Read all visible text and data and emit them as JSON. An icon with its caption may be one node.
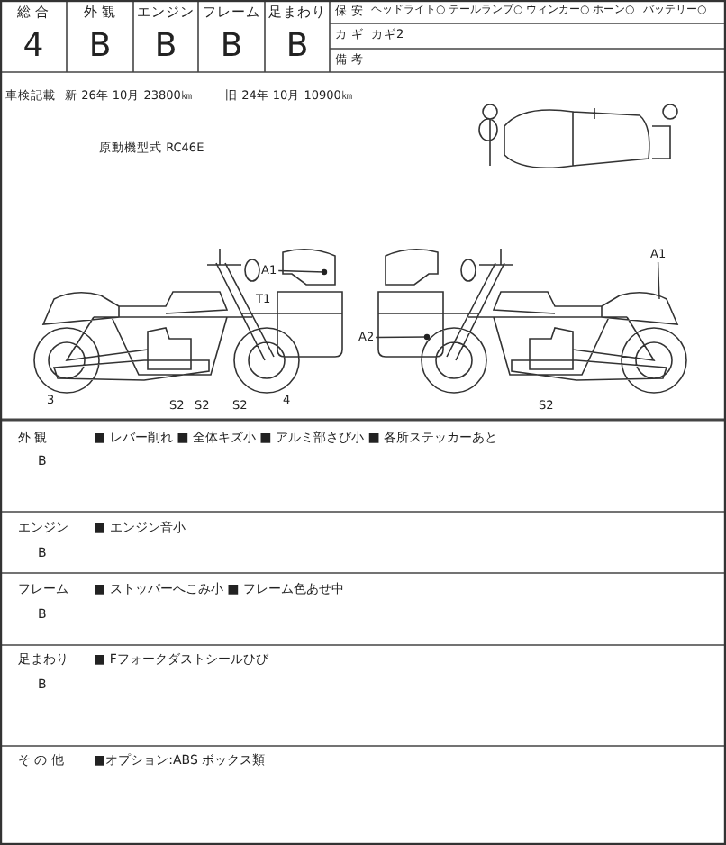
{
  "diagram": {
    "nodes": [
      {
        "text": [
          "A1"
        ]
      },
      {
        "text": [
          "A2"
        ]
      },
      {
        "text": [
          "A1"
        ]
      }
    ],
    "edges": [
      {
        "from": 0,
        "to": null,
        "arrow": "other"
      },
      {
        "from": 1,
        "to": null,
        "arrow": "other"
      },
      {
        "from": 2,
        "to": null,
        "arrow": "none"
      }
    ],
    "labels": [
      "総 合",
      "外 観",
      "エンジン",
      "フレーム",
      "足まわり",
      "保 安",
      "ヘッドライト○",
      "テールランプ○",
      "ウィンカー○",
      "ホーン○",
      "バッテリー○",
      "4",
      "B",
      "B",
      "B",
      "B",
      "カ ギ",
      "カギ2",
      "備 考",
      "車検記載",
      "新 26年 10月 23800㎞",
      "旧 24年 10月 10900㎞",
      "原動機型式 RC46E",
      "T1",
      "3",
      "S2",
      "S2",
      "S2",
      "4",
      "S2",
      "外 観",
      "B",
      "■ レバー削れ ■ 全体キズ小 ■ アルミ部さび小 ■ 各所ステッカーあと",
      "エンジン",
      "B",
      "■ エンジン音小",
      "フレーム",
      "B",
      "■ ストッパーへこみ小 ■ フレーム色あせ中",
      "足まわり",
      "B",
      "■ Fフォークダストシールひび",
      "そ の 他",
      "■オプション:ABS ボックス類"
    ]
  }
}
